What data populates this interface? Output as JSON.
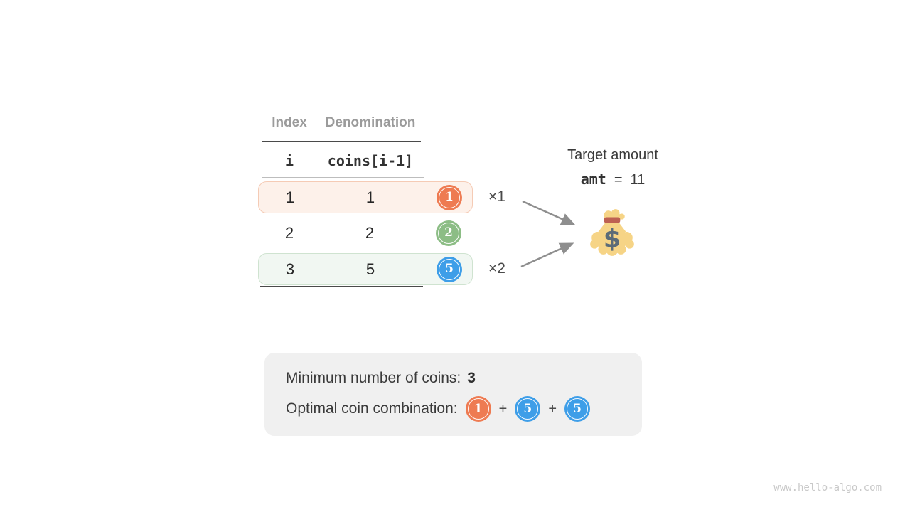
{
  "table": {
    "column_headers": {
      "index": "Index",
      "denomination": "Denomination"
    },
    "code_headers": {
      "index": "i",
      "denomination": "coins[i-1]"
    },
    "rows": [
      {
        "index": "1",
        "denomination": "1",
        "coin_value": "1",
        "highlight": "orange"
      },
      {
        "index": "2",
        "denomination": "2",
        "coin_value": "2",
        "highlight": "none"
      },
      {
        "index": "3",
        "denomination": "5",
        "coin_value": "5",
        "highlight": "green"
      }
    ]
  },
  "annotations": {
    "multiplier_row1": "×1",
    "multiplier_row3": "×2"
  },
  "target": {
    "title": "Target amount",
    "variable": "amt",
    "equals": "=",
    "value": "11"
  },
  "icons": {
    "money_bag": "money-bag-icon"
  },
  "result_box": {
    "min_coins_label": "Minimum number of coins:",
    "min_coins_value": "3",
    "combination_label": "Optimal coin combination:",
    "combination": [
      {
        "coin_value": "1",
        "color": "#ee7b52"
      },
      {
        "operator": "+"
      },
      {
        "coin_value": "5",
        "color": "#3e9ee8"
      },
      {
        "operator": "+"
      },
      {
        "coin_value": "5",
        "color": "#3e9ee8"
      }
    ]
  },
  "watermark": "www.hello-algo.com",
  "colors": {
    "coin_orange": "#ee7b52",
    "coin_green": "#8cbd85",
    "coin_blue": "#3e9ee8",
    "row_highlight_orange_bg": "#fdf1ea",
    "row_highlight_orange_border": "#f5cbb5",
    "row_highlight_green_bg": "#f1f7f2",
    "row_highlight_green_border": "#cfe3d0",
    "result_box_bg": "#f0f0f0",
    "arrow_gray": "#8e8e8e",
    "money_bag_body": "#f6d486",
    "money_bag_band": "#be6152",
    "money_bag_dollar": "#5b6b78",
    "text_dark": "#3a3a3a",
    "header_gray": "#9b9b9b"
  }
}
